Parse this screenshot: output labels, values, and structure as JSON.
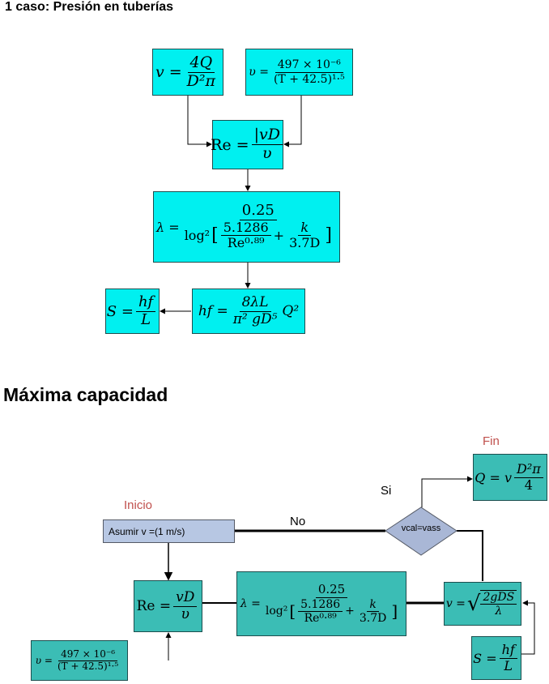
{
  "section1": {
    "title": "1 caso: Presión en tuberías",
    "eq_v": {
      "lhs": "v =",
      "num": "4Q",
      "den": "D²π"
    },
    "eq_visc": {
      "lhs": "υ =",
      "num": "497 × 10⁻⁶",
      "den": "(T + 42.5)¹·⁵"
    },
    "eq_re": {
      "lhs": "Re =",
      "num": "|vD",
      "den": "υ"
    },
    "eq_lambda": {
      "lhs": "λ =",
      "num": "0.25",
      "den_prefix": "log²",
      "inner1_num": "5.1286",
      "inner1_den": "Re⁰·⁸⁹",
      "plus": "+",
      "inner2_num": "k",
      "inner2_den": "3.7D"
    },
    "eq_hf": {
      "lhs": "hf =",
      "num": "8λL",
      "den": "π² gD⁵",
      "suffix": "Q²"
    },
    "eq_s": {
      "lhs": "S =",
      "num": "hf",
      "den": "L"
    }
  },
  "section2": {
    "title": "Máxima capacidad",
    "label_inicio": "Inicio",
    "label_fin": "Fin",
    "label_si": "Si",
    "label_no": "No",
    "assume": "Asumir v =(1 m/s)",
    "decision": "vcal=vass",
    "eq_q": {
      "lhs": "Q = v",
      "num": "D²π",
      "den": "4"
    },
    "eq_re": {
      "lhs": "Re =",
      "num": "vD",
      "den": "υ"
    },
    "eq_lambda": {
      "lhs": "λ =",
      "num": "0.25",
      "den_prefix": "log²",
      "inner1_num": "5.1286",
      "inner1_den": "Re⁰·⁸⁹",
      "plus": "+",
      "inner2_num": "k",
      "inner2_den": "3.7D"
    },
    "eq_vel": {
      "lhs": "v =",
      "sqrt_num": "2gDS",
      "sqrt_den": "λ"
    },
    "eq_s": {
      "lhs": "S =",
      "num": "hf",
      "den": "L"
    },
    "eq_visc": {
      "lhs": "υ =",
      "num": "497 × 10⁻⁶",
      "den": "(T + 42.5)¹·⁵"
    }
  },
  "colors": {
    "cyan": "#00f0f0",
    "teal": "#3bbdb5",
    "lavender": "#b7c7e3",
    "decision": "#a9b7d6",
    "red_label": "#c0504d"
  }
}
